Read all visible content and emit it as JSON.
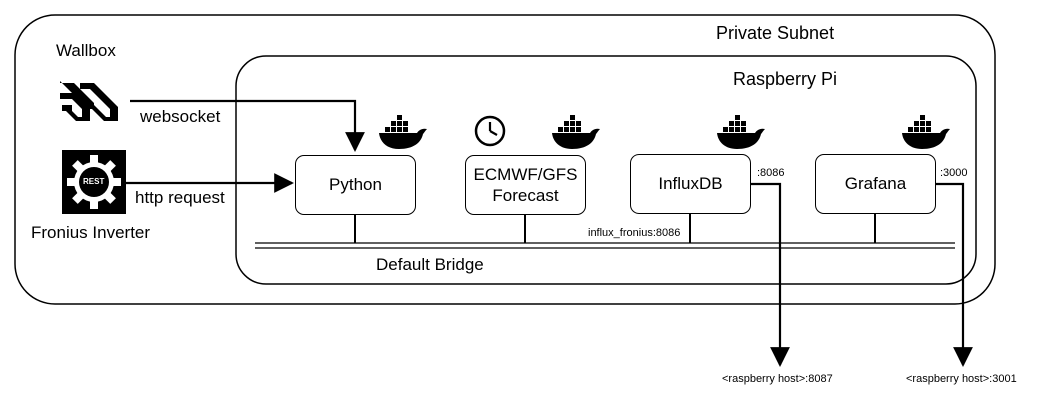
{
  "containers": {
    "private_subnet": "Private Subnet",
    "raspberry_pi": "Raspberry Pi",
    "default_bridge": "Default Bridge"
  },
  "external": {
    "wallbox": "Wallbox",
    "fronius": "Fronius Inverter",
    "rest_badge": "REST"
  },
  "connections": {
    "websocket": "websocket",
    "http_request": "http request",
    "influx_fronius": "influx_fronius:8086",
    "influx_port": ":8086",
    "grafana_port": ":3000",
    "host_8087": "<raspberry host>:8087",
    "host_3001": "<raspberry host>:3001"
  },
  "services": {
    "python": "Python",
    "forecast_line1": "ECMWF/GFS",
    "forecast_line2": "Forecast",
    "influxdb": "InfluxDB",
    "grafana": "Grafana"
  },
  "icons": [
    "websocket-logo-icon",
    "rest-api-gear-icon",
    "clock-icon",
    "docker-whale-icon"
  ],
  "colors": {
    "line": "#000000",
    "background": "#ffffff",
    "docker": "#000000"
  }
}
